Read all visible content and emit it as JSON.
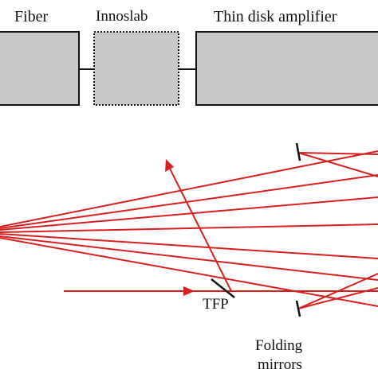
{
  "blocks": {
    "fiber": "Fiber",
    "innoslab": "Innoslab",
    "thin_disk": "Thin disk amplifier"
  },
  "labels": {
    "tfp": "TFP",
    "folding_line1": "Folding",
    "folding_line2": "mirrors"
  },
  "colors": {
    "beam": "#d62020",
    "block_fill": "#c8c8c8",
    "outline": "#111111"
  }
}
